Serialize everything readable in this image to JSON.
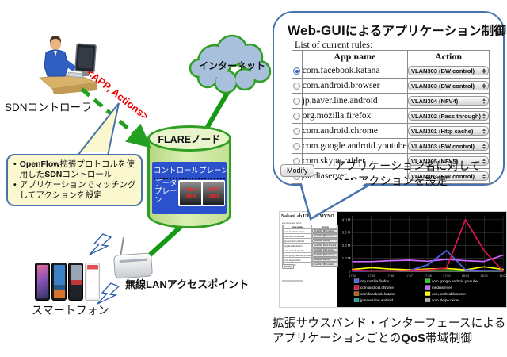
{
  "diagram": {
    "sdn_label": "SDNコントローラ",
    "arrow_label": "<APP, Actions>",
    "internet_label": "インターネット",
    "callout_bullets": [
      [
        {
          "t": "OpenFlow",
          "b": 1
        },
        {
          "t": "拡張プロトコルを使用した",
          "b": 0
        },
        {
          "t": "SDN",
          "b": 1
        },
        {
          "t": "コントロール",
          "b": 0
        }
      ],
      [
        {
          "t": "アプリケーションでマッチングしてアクションを設定",
          "b": 0
        }
      ]
    ],
    "flare": {
      "title": "FLAREノード",
      "control_plane": "コントロールプレーン",
      "data_plane": "データプレーン",
      "flow_table": "Flow Table",
      "app_table": "APP Table"
    },
    "ap_label": "無線LANアクセスポイント",
    "smartphone_label": "スマートフォン"
  },
  "webgui": {
    "title_segments": [
      {
        "t": "Web-GUI",
        "b": 1
      },
      {
        "t": "によるアプリケーション制御",
        "b": 0
      }
    ],
    "list_label": "List of current rules:",
    "headers": [
      "App name",
      "Action"
    ],
    "rows": [
      {
        "app": "com.facebook.katana",
        "action": "VLAN303 (BW control)",
        "selected": true
      },
      {
        "app": "com.android.browser",
        "action": "VLAN303 (BW control)",
        "selected": false
      },
      {
        "app": "jp.naver.line.android",
        "action": "VLAN304 (NFV4)",
        "selected": false
      },
      {
        "app": "org.mozilla.firefox",
        "action": "VLAN302 (Pass through)",
        "selected": false
      },
      {
        "app": "com.android.chrome",
        "action": "VLAN301 (Http cache)",
        "selected": false
      },
      {
        "app": "com.google.android.youtube",
        "action": "VLAN303 (BW control)",
        "selected": false
      },
      {
        "app": "com.skype.raider",
        "action": "VLAN305 (NFV5)",
        "selected": false
      },
      {
        "app": "mediaserver",
        "action": "VLAN303 (BW control)",
        "selected": false
      }
    ],
    "modify_label": "Modify",
    "note_line1": "アプリケーション名に対して",
    "note_line2_segments": [
      {
        "t": "QoS",
        "b": 1
      },
      {
        "t": "アクションを設定",
        "b": 0
      }
    ]
  },
  "monitor": {
    "window_title": "NakaoLab UTokyo MVNO",
    "caption_line1": "拡張サウスバンド・インターフェースによる",
    "caption_line2_segments": [
      {
        "t": "アプリケーションごとの",
        "b": 0
      },
      {
        "t": "QoS",
        "b": 1
      },
      {
        "t": "帯域制御",
        "b": 0
      }
    ]
  },
  "colors": {
    "accent_blue": "#4673ad",
    "solid_green": "#159a15",
    "dash_green": "#22a022",
    "red_text": "#ee0000",
    "callout_bg": "#fbf7cf",
    "cylinder_border": "#2f9e23",
    "plane_blue": "#2b52cc"
  },
  "chart_data": {
    "type": "line",
    "title": "",
    "x_labels": [
      "17:54",
      "17:55",
      "17:56",
      "17:57",
      "17:58",
      "17:59",
      "18:00",
      "18:01",
      "18:02"
    ],
    "y_ticks": [
      {
        "v": 0,
        "label": "0"
      },
      {
        "v": 1,
        "label": "1.0 M"
      },
      {
        "v": 2,
        "label": "2.0 M"
      },
      {
        "v": 3,
        "label": "3.0 M"
      },
      {
        "v": 4,
        "label": "4.0 M"
      }
    ],
    "ylim": [
      0,
      4.3
    ],
    "grid": true,
    "background": "#000000",
    "legend_position": "bottom",
    "series": [
      {
        "name": "org.mozilla.firefox",
        "color": "#5566ee",
        "values": [
          0.02,
          0.02,
          0.02,
          0.05,
          0.5,
          1.6,
          0.12,
          0.05,
          0.05
        ]
      },
      {
        "name": "com.android.chrome",
        "color": "#e01648",
        "values": [
          0.1,
          0.03,
          0.03,
          0.06,
          0.12,
          0.25,
          4.0,
          1.6,
          0.02
        ]
      },
      {
        "name": "com.facebook.katana",
        "color": "#b06414",
        "values": [
          0.03,
          0.03,
          0.03,
          0.03,
          0.03,
          0.03,
          0.03,
          0.03,
          0.03
        ]
      },
      {
        "name": "jp.naver.line.android",
        "color": "#28a0a0",
        "values": [
          0.04,
          0.04,
          0.04,
          0.04,
          0.04,
          0.04,
          0.04,
          0.04,
          0.04
        ]
      },
      {
        "name": "com.google.android.youtube",
        "color": "#22cc22",
        "values": [
          0.05,
          0.05,
          0.05,
          0.05,
          0.05,
          0.05,
          0.05,
          0.05,
          0.05
        ]
      },
      {
        "name": "mediaserver",
        "color": "#cc66ff",
        "values": [
          0.75,
          0.75,
          0.82,
          0.86,
          0.78,
          0.92,
          0.82,
          0.76,
          1.25
        ]
      },
      {
        "name": "com.android.browser",
        "color": "#ffff00",
        "values": [
          0.15,
          0.28,
          0.18,
          0.12,
          0.18,
          0.22,
          0.12,
          0.35,
          0.15
        ]
      },
      {
        "name": "com.skype.raider",
        "color": "#aaaaaa",
        "values": [
          0.01,
          0.01,
          0.01,
          0.01,
          0.01,
          0.01,
          0.01,
          0.01,
          0.01
        ]
      }
    ]
  }
}
